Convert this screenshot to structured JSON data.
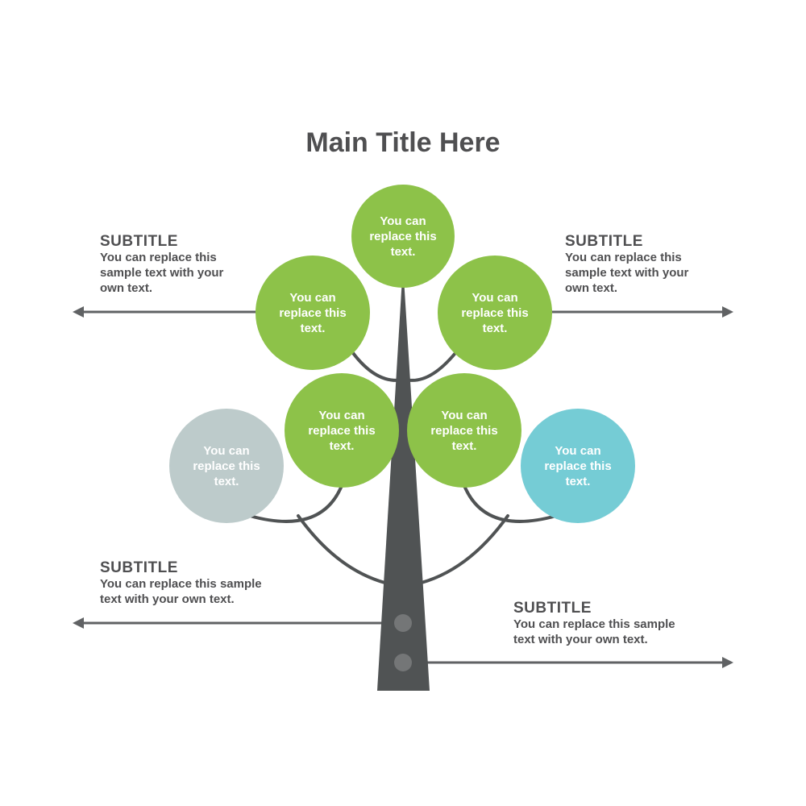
{
  "title": "Main Title Here",
  "colors": {
    "green": "#8dc249",
    "gray": "#bdcbcb",
    "teal": "#75ccd5",
    "trunk": "#505354",
    "text": "#4f4f51"
  },
  "notes": [
    {
      "subtitle": "SUBTITLE",
      "text": "You can replace this\nsample text with your\nown text."
    },
    {
      "subtitle": "SUBTITLE",
      "text": "You can replace this\nsample text with your\nown text."
    },
    {
      "subtitle": "SUBTITLE",
      "text": "You can replace this sample\ntext with your own text."
    },
    {
      "subtitle": "SUBTITLE",
      "text": "You can replace this sample\ntext with your own text."
    }
  ],
  "circles": [
    {
      "text": "You can replace this text.",
      "color": "green"
    },
    {
      "text": "You can replace this text.",
      "color": "green"
    },
    {
      "text": "You can replace this text.",
      "color": "green"
    },
    {
      "text": "You can replace this text.",
      "color": "green"
    },
    {
      "text": "You can replace this text.",
      "color": "green"
    },
    {
      "text": "You can replace this text.",
      "color": "gray"
    },
    {
      "text": "You can replace this text.",
      "color": "teal"
    }
  ]
}
